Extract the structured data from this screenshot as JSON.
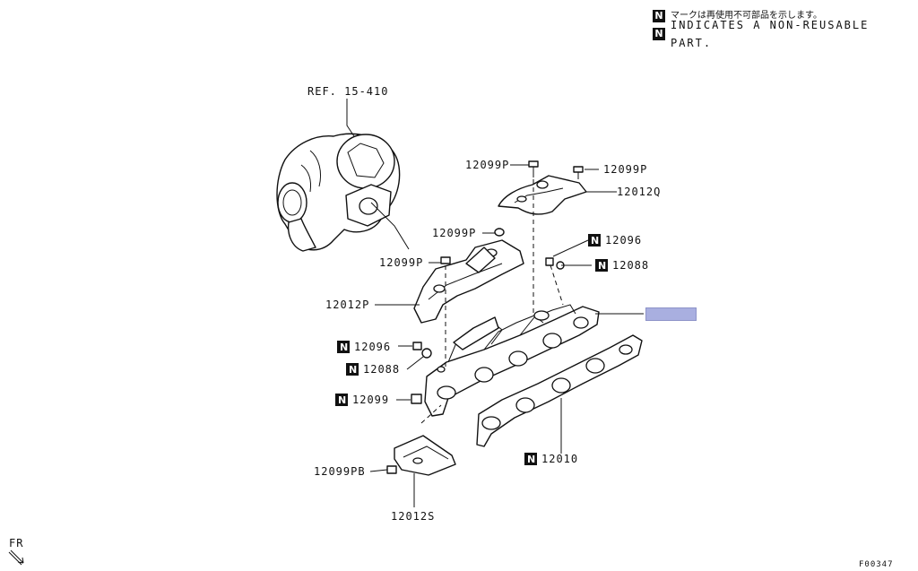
{
  "legend": {
    "marker": "N",
    "japanese": "マークは再使用不可部品を示します。",
    "english": "INDICATES A NON-REUSABLE PART."
  },
  "callouts": {
    "ref": "REF. 15-410",
    "p12099_top": "12099P",
    "p12099_right": "12099P",
    "p12012q": "12012Q",
    "p12099_mid": "12099P",
    "p12096_right": "12096",
    "p12099_left": "12099P",
    "p12088_right": "12088",
    "p12012p": "12012P",
    "p12096_left": "12096",
    "p12088_left": "12088",
    "p12099_n": "12099",
    "p12010": "12010",
    "p12099pb": "12099PB",
    "p12012s": "12012S"
  },
  "non_reusable_marker": "N",
  "footer": {
    "front": "FR",
    "figure_code": "F00347"
  },
  "colors": {
    "highlight": "#a9afe0",
    "ink": "#111111"
  }
}
